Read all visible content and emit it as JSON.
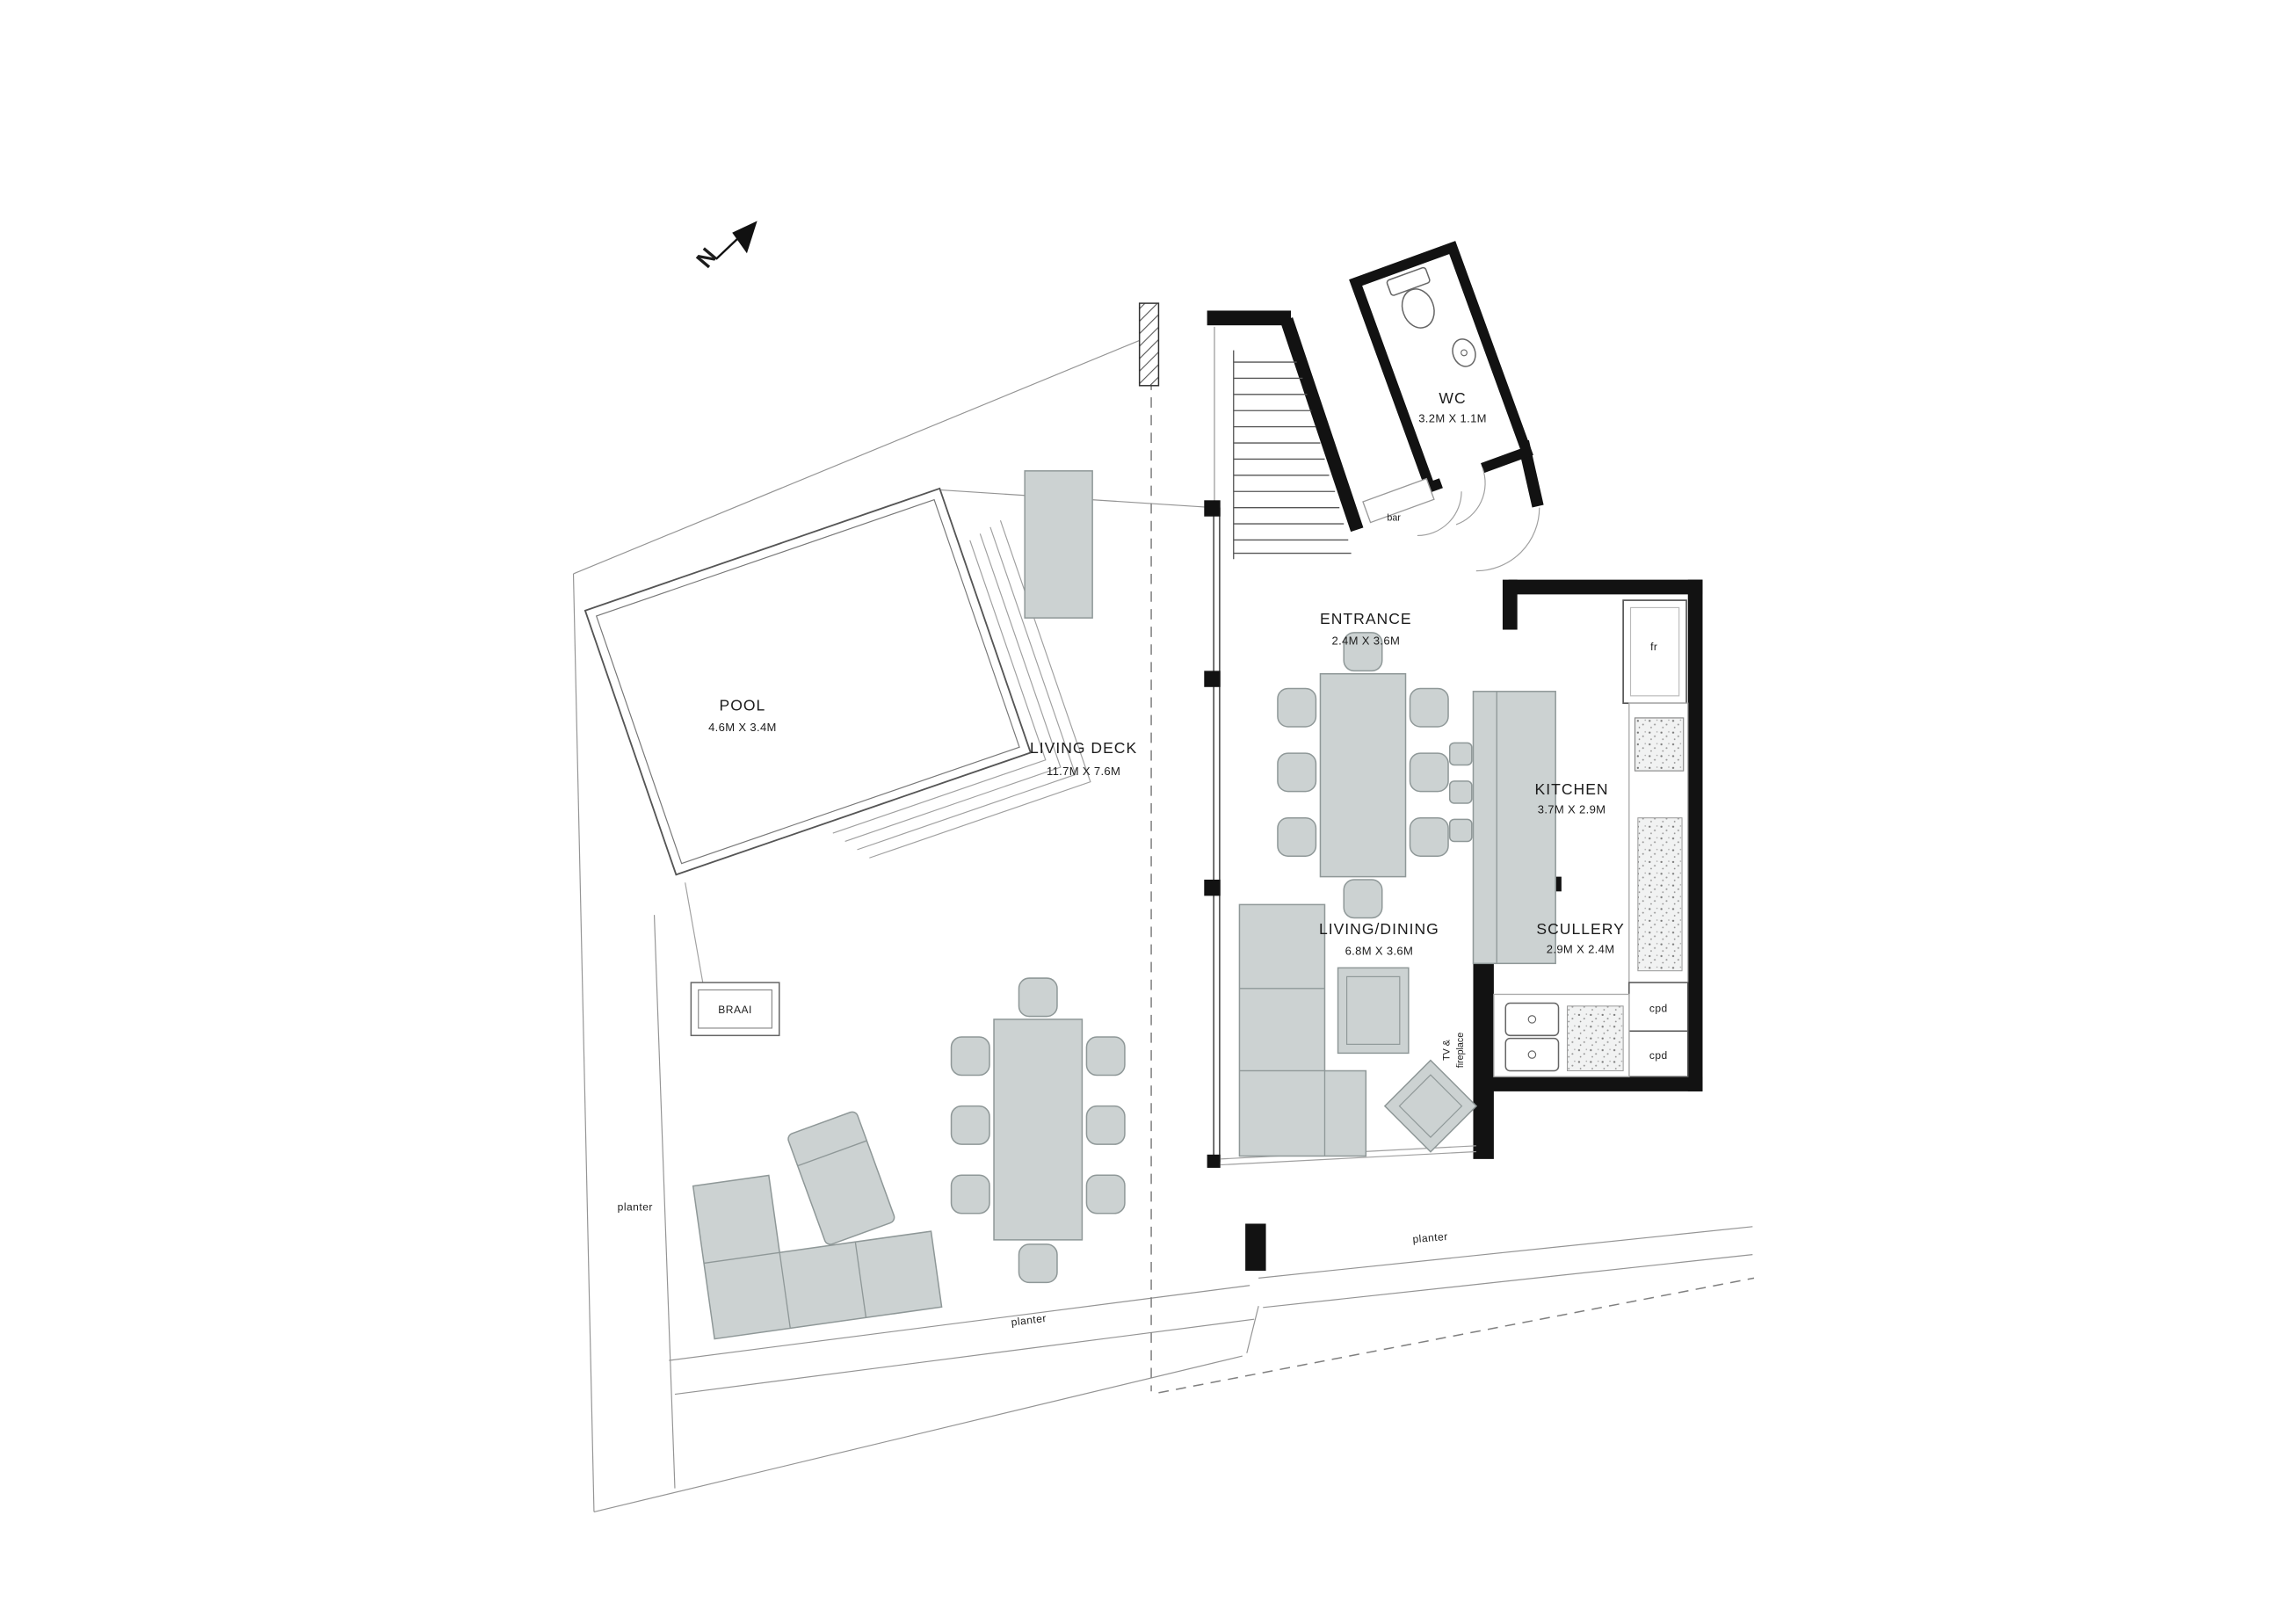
{
  "north": {
    "label": "N"
  },
  "rooms": {
    "pool": {
      "name": "POOL",
      "dims": "4.6M X 3.4M"
    },
    "living_deck": {
      "name": "LIVING DECK",
      "dims": "11.7M X 7.6M"
    },
    "braai": {
      "name": "BRAAI"
    },
    "wc": {
      "name": "WC",
      "dims": "3.2M X 1.1M"
    },
    "bar": {
      "name": "bar"
    },
    "entrance": {
      "name": "ENTRANCE",
      "dims": "2.4M X 3.6M"
    },
    "kitchen": {
      "name": "KITCHEN",
      "dims": "3.7M X 2.9M"
    },
    "scullery": {
      "name": "SCULLERY",
      "dims": "2.9M X 2.4M"
    },
    "living_dining": {
      "name": "LIVING/DINING",
      "dims": "6.8M X 3.6M"
    }
  },
  "labels": {
    "tv_fireplace_1": "TV &",
    "tv_fireplace_2": "fireplace",
    "fridge": "fr",
    "cupboard_top": "cpd",
    "cupboard_bottom": "cpd",
    "planter_left": "planter",
    "planter_bottom": "planter",
    "planter_right": "planter"
  },
  "colors": {
    "wall": "#121212",
    "furniture": "#ccd2d2",
    "line": "#555555",
    "thin_line": "#949494"
  }
}
